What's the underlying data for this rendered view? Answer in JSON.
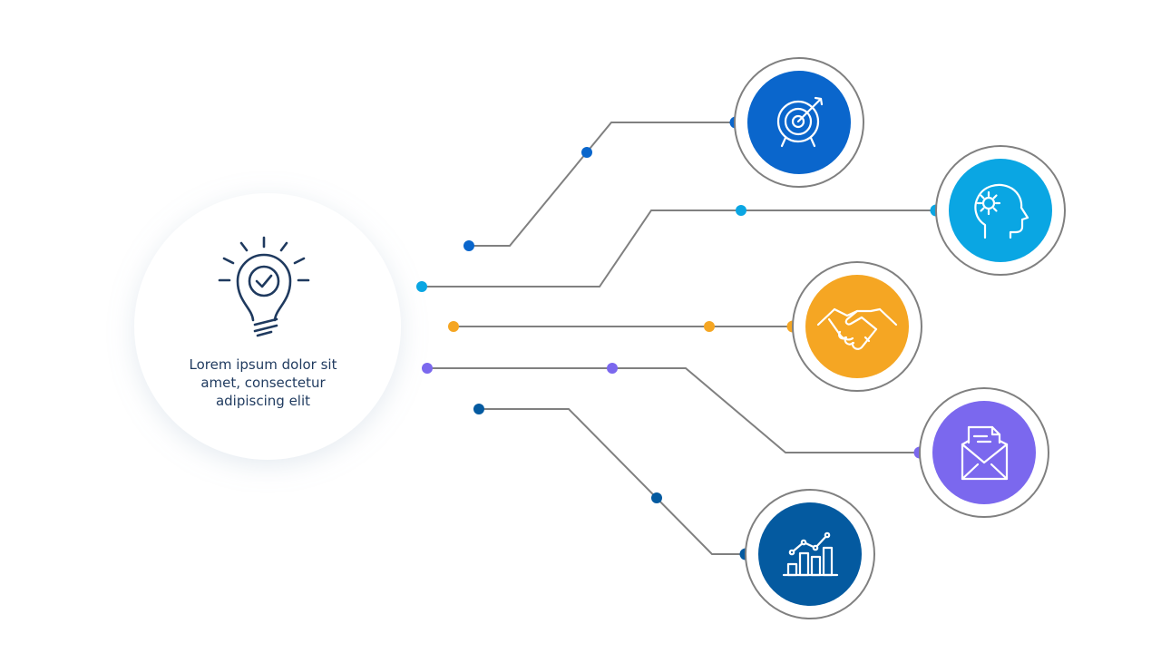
{
  "center": {
    "text": "Lorem ipsum dolor sit amet, consectetur adipiscing elit",
    "icon": "lightbulb-check-icon",
    "icon_color": "#1f3a5f"
  },
  "colors": {
    "connector_line": "#808080",
    "ring": "#808080"
  },
  "branches": [
    {
      "id": "target",
      "icon": "target-icon",
      "color": "#0a66cc"
    },
    {
      "id": "mind",
      "icon": "head-gear-icon",
      "color": "#0aa6e3"
    },
    {
      "id": "handshake",
      "icon": "handshake-icon",
      "color": "#f5a623"
    },
    {
      "id": "mail",
      "icon": "mail-document-icon",
      "color": "#7b68ee"
    },
    {
      "id": "growth",
      "icon": "bar-chart-growth-icon",
      "color": "#045aa0"
    }
  ]
}
